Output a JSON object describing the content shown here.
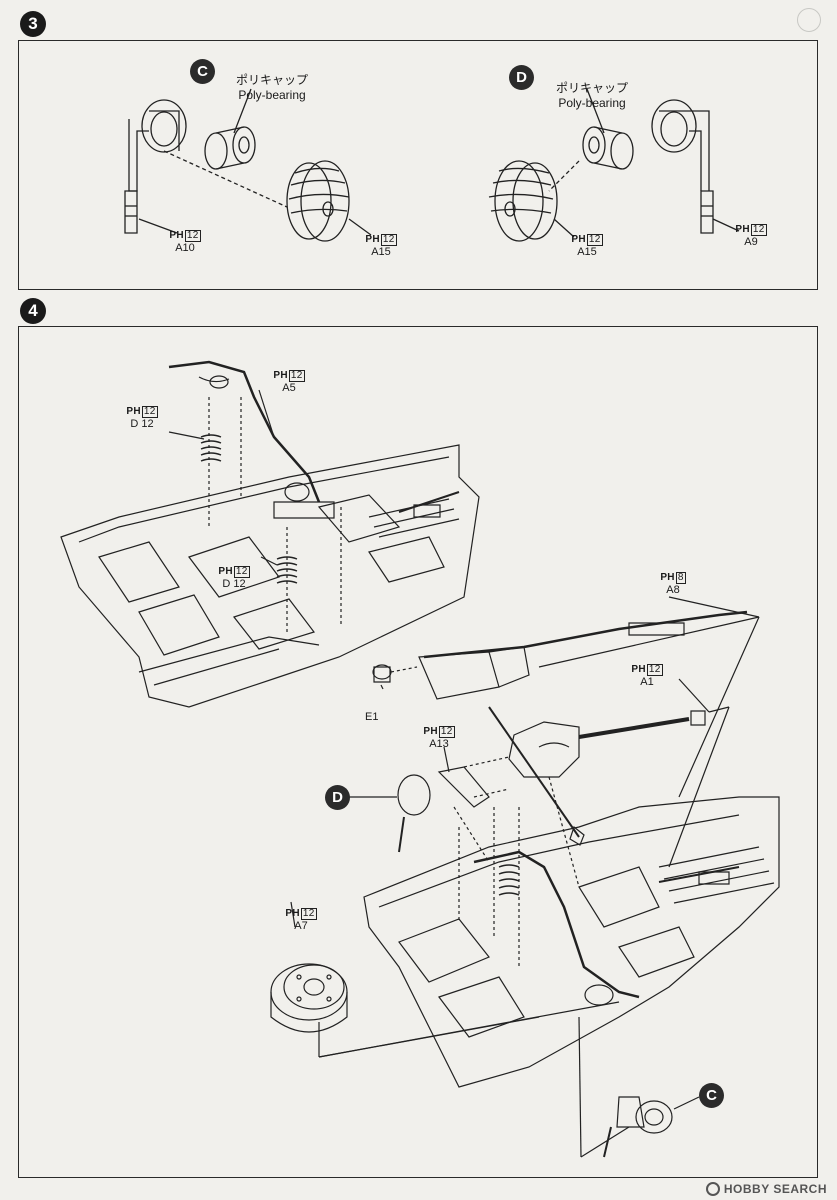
{
  "step3": {
    "number": "3",
    "subassembly_c": {
      "badge": "C",
      "note_jp": "ポリキャップ",
      "note_en": "Poly-bearing",
      "parts": [
        {
          "code": "PH",
          "size": "12",
          "part": "A10"
        },
        {
          "code": "PH",
          "size": "12",
          "part": "A15"
        }
      ]
    },
    "subassembly_d": {
      "badge": "D",
      "note_jp": "ポリキャップ",
      "note_en": "Poly-bearing",
      "parts": [
        {
          "code": "PH",
          "size": "12",
          "part": "A15"
        },
        {
          "code": "PH",
          "size": "12",
          "part": "A9"
        }
      ]
    }
  },
  "step4": {
    "number": "4",
    "parts": {
      "a5": {
        "code": "PH",
        "size": "12",
        "part": "A5"
      },
      "d12_top": {
        "code": "PH",
        "size": "12",
        "part": "D 12"
      },
      "d12_mid": {
        "code": "PH",
        "size": "12",
        "part": "D 12"
      },
      "a8": {
        "code": "PH",
        "size": "8",
        "part": "A8"
      },
      "a1": {
        "code": "PH",
        "size": "12",
        "part": "A1"
      },
      "e1": {
        "part": "E1"
      },
      "a13": {
        "code": "PH",
        "size": "12",
        "part": "A13"
      },
      "a7": {
        "code": "PH",
        "size": "12",
        "part": "A7"
      }
    },
    "badge_d": "D",
    "badge_c": "C"
  },
  "watermark": {
    "brand": "HOBBY SEARCH"
  }
}
